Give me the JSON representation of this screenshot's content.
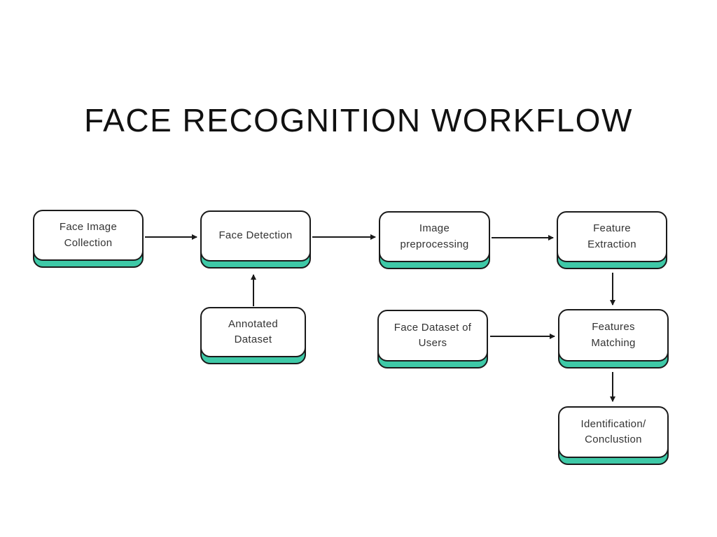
{
  "title": "FACE RECOGNITION WORKFLOW",
  "colors": {
    "shadow_green": "#3EC9A7",
    "border": "#1A1A1A",
    "background": "#FFFFFF",
    "text": "#333333"
  },
  "diagram": {
    "type": "flowchart",
    "nodes": [
      {
        "id": "face-image-collection",
        "label": "Face Image\nCollection"
      },
      {
        "id": "face-detection",
        "label": "Face Detection"
      },
      {
        "id": "image-preprocessing",
        "label": "Image\npreprocessing"
      },
      {
        "id": "feature-extraction",
        "label": "Feature\nExtraction"
      },
      {
        "id": "annotated-dataset",
        "label": "Annotated\nDataset"
      },
      {
        "id": "face-dataset-of-users",
        "label": "Face Dataset of\nUsers"
      },
      {
        "id": "features-matching",
        "label": "Features\nMatching"
      },
      {
        "id": "identification-conclusion",
        "label": "Identification/\nConclustion"
      }
    ],
    "edges": [
      {
        "from": "face-image-collection",
        "to": "face-detection"
      },
      {
        "from": "face-detection",
        "to": "image-preprocessing"
      },
      {
        "from": "image-preprocessing",
        "to": "feature-extraction"
      },
      {
        "from": "annotated-dataset",
        "to": "face-detection"
      },
      {
        "from": "face-dataset-of-users",
        "to": "features-matching"
      },
      {
        "from": "feature-extraction",
        "to": "features-matching"
      },
      {
        "from": "features-matching",
        "to": "identification-conclusion"
      }
    ]
  }
}
